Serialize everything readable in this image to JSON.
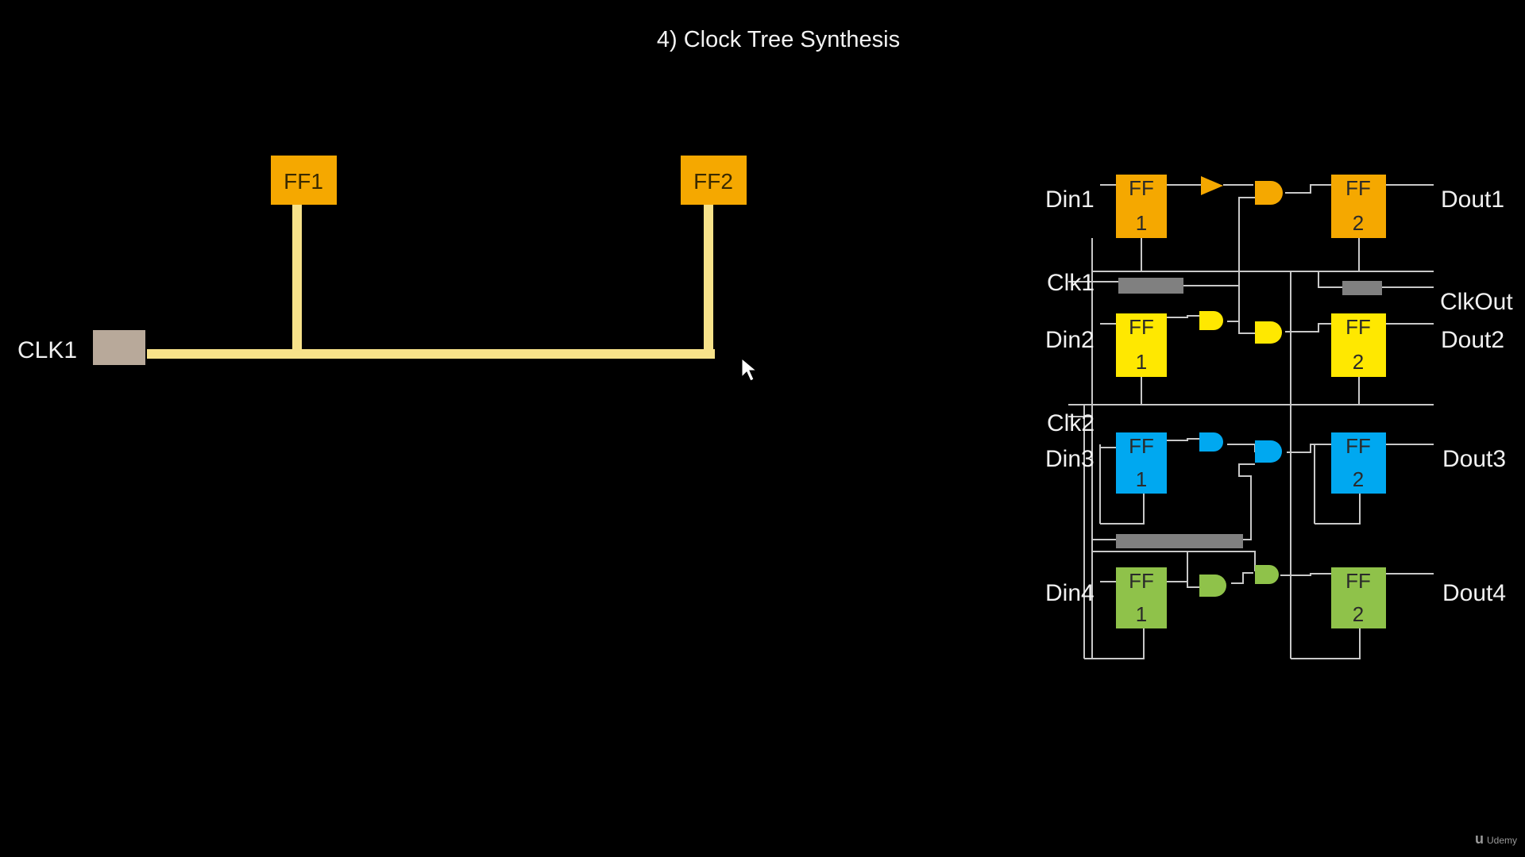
{
  "slide": {
    "title": "4) Clock Tree Synthesis"
  },
  "clock_tree": {
    "source_label": "CLK1",
    "sinks": [
      "FF1",
      "FF2"
    ],
    "colors": {
      "trunk": "#f7e28a",
      "sink_box": "#f5a800",
      "source_box": "#b8a99a"
    }
  },
  "circuit": {
    "inputs": [
      "Din1",
      "Clk1",
      "Din2",
      "Clk2",
      "Din3",
      "Din4"
    ],
    "outputs": [
      "Dout1",
      "ClkOut",
      "Dout2",
      "Dout3",
      "Dout4"
    ],
    "ff_text": {
      "top": "FF",
      "stage1": "1",
      "stage2": "2"
    },
    "row_colors": [
      "#f5a800",
      "#ffe800",
      "#00a8f0",
      "#8fc24a"
    ],
    "buffer_color": "#808080"
  },
  "watermark": {
    "text": "Udemy"
  }
}
